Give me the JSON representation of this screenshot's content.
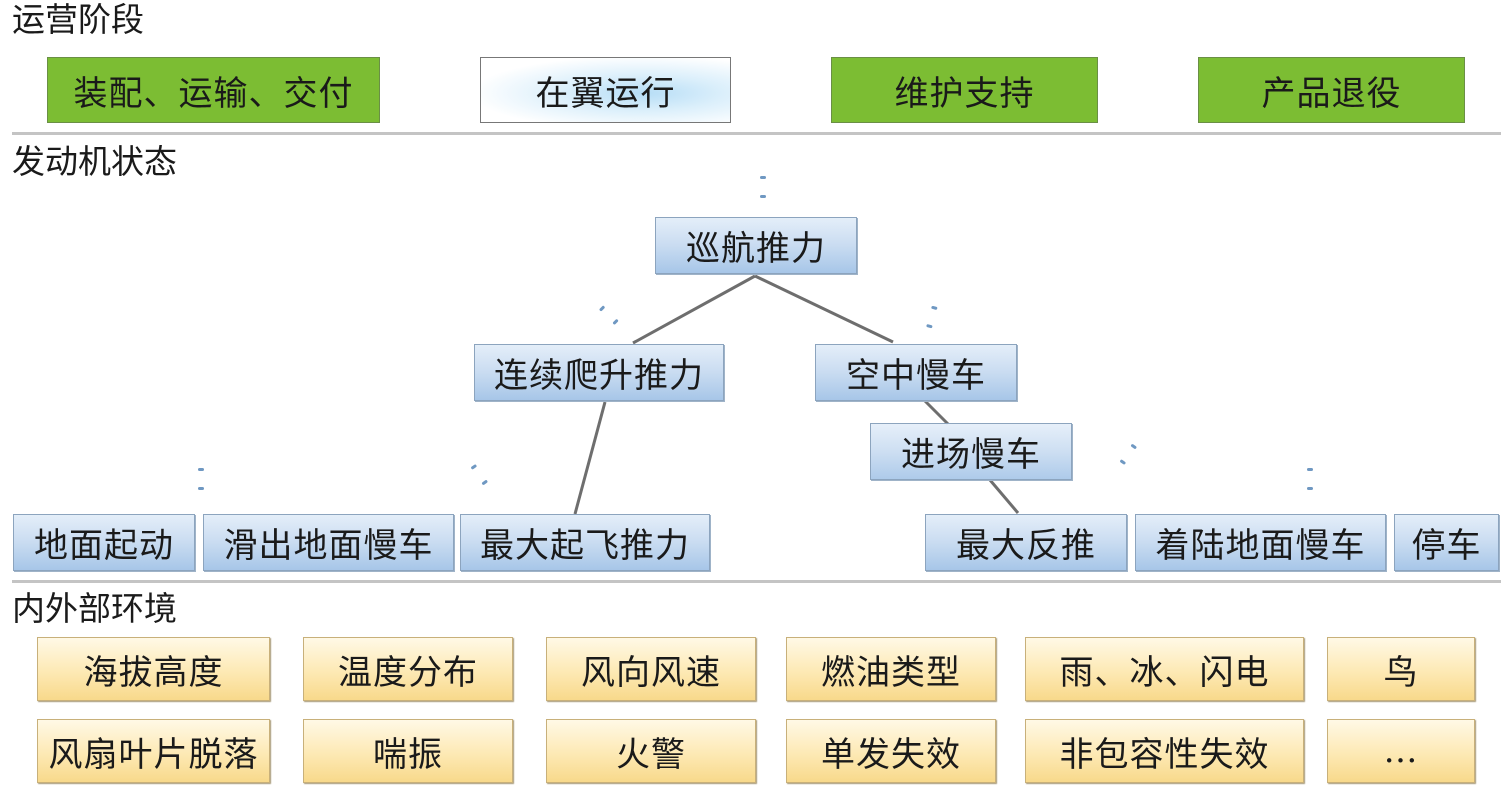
{
  "sections": {
    "operation_stage": {
      "title": "运营阶段",
      "items": [
        "装配、运输、交付",
        "在翼运行",
        "维护支持",
        "产品退役"
      ],
      "highlighted": "在翼运行",
      "colors": {
        "default": "#7cbd33",
        "highlighted": "#b6ddf6"
      }
    },
    "engine_state": {
      "title": "发动机状态",
      "nodes": {
        "cruise": "巡航推力",
        "climb": "连续爬升推力",
        "flight_idle": "空中慢车",
        "approach_idle": "进场慢车",
        "ground_start": "地面起动",
        "taxi_out_idle": "滑出地面慢车",
        "max_takeoff": "最大起飞推力",
        "max_reverse": "最大反推",
        "landing_ground_idle": "着陆地面慢车",
        "shutdown": "停车"
      },
      "edges": [
        [
          "cruise",
          "climb"
        ],
        [
          "cruise",
          "flight_idle"
        ],
        [
          "climb",
          "max_takeoff"
        ],
        [
          "flight_idle",
          "approach_idle"
        ],
        [
          "approach_idle",
          "max_reverse"
        ]
      ],
      "icon": "airplane-icon",
      "colors": {
        "node": "#c9dcf1",
        "line": "#6e6e6e"
      }
    },
    "environment": {
      "title": "内外部环境",
      "rows": [
        [
          "海拔高度",
          "温度分布",
          "风向风速",
          "燃油类型",
          "雨、冰、闪电",
          "鸟"
        ],
        [
          "风扇叶片脱落",
          "喘振",
          "火警",
          "单发失效",
          "非包容性失效",
          "…"
        ]
      ],
      "colors": {
        "box": "#fde9b4"
      }
    }
  }
}
